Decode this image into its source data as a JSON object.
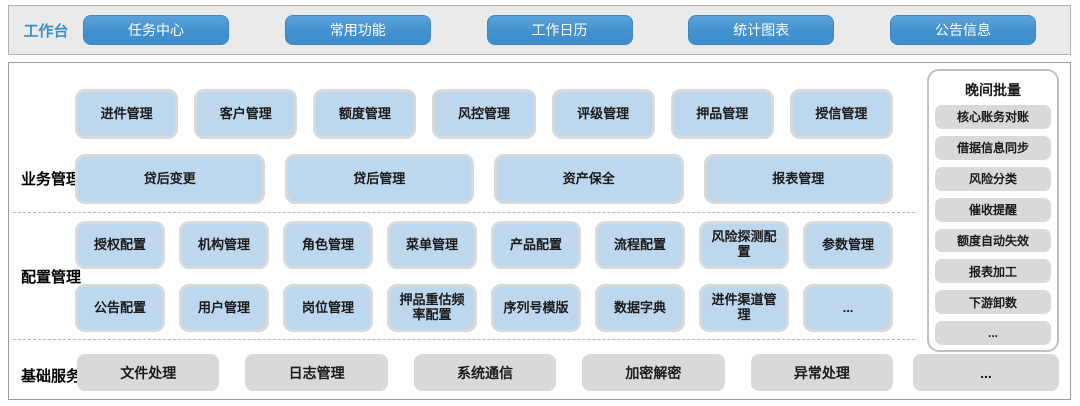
{
  "workbench": {
    "label": "工作台",
    "tabs": [
      {
        "label": "任务中心"
      },
      {
        "label": "常用功能"
      },
      {
        "label": "工作日历"
      },
      {
        "label": "统计图表"
      },
      {
        "label": "公告信息"
      }
    ]
  },
  "business": {
    "label": "业务管理",
    "row1": [
      "进件管理",
      "客户管理",
      "额度管理",
      "风控管理",
      "评级管理",
      "押品管理",
      "授信管理"
    ],
    "row2": [
      "贷后变更",
      "贷后管理",
      "资产保全",
      "报表管理"
    ]
  },
  "config": {
    "label": "配置管理",
    "row1": [
      "授权配置",
      "机构管理",
      "角色管理",
      "菜单管理",
      "产品配置",
      "流程配置",
      "风险探测配置",
      "参数管理"
    ],
    "row2": [
      "公告配置",
      "用户管理",
      "岗位管理",
      "押品重估频率配置",
      "序列号模版",
      "数据字典",
      "进件渠道管理",
      "..."
    ]
  },
  "base_services": {
    "label": "基础服务",
    "items": [
      "文件处理",
      "日志管理",
      "系统通信",
      "加密解密",
      "异常处理"
    ],
    "more": "..."
  },
  "night_batch": {
    "title": "晚间批量",
    "items": [
      "核心账务对账",
      "借据信息同步",
      "风险分类",
      "催收提醒",
      "额度自动失效",
      "报表加工",
      "下游卸数",
      "..."
    ]
  },
  "colors": {
    "tab_blue": "#4391cf",
    "workbench_label_blue": "#3e8fd0",
    "module_blue": "#bdd7ee",
    "module_blue_border": "#d9d9d9",
    "service_gray": "#d9d9d9",
    "topbar_bg": "#eaeaea",
    "panel_border": "#c0c0c0"
  }
}
